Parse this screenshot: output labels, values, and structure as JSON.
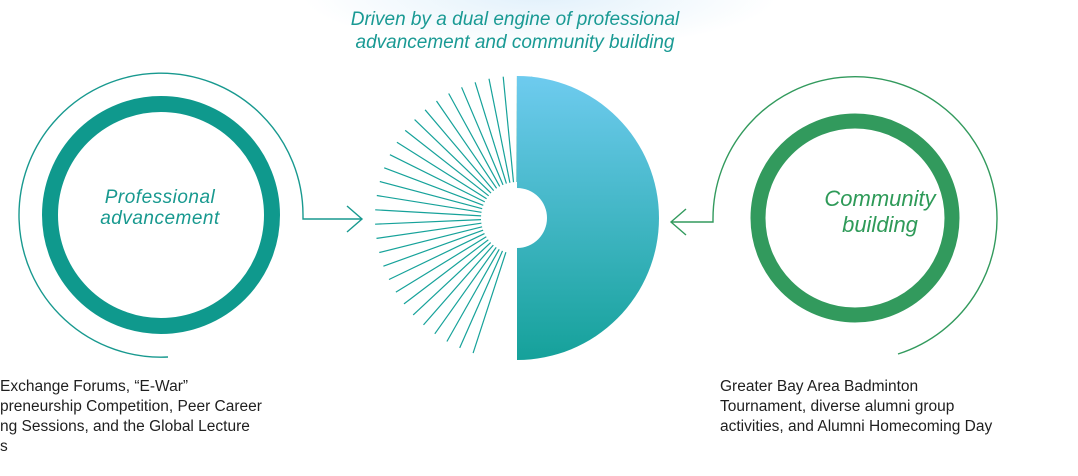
{
  "title": {
    "line1": "Driven by a dual engine of professional",
    "line2": "advancement and community building"
  },
  "left_engine": {
    "label_line1": "Professional",
    "label_line2": "advancement",
    "description_lines": [
      "Exchange Forums, “E-War”",
      "preneurship Competition, Peer Career",
      "ng Sessions, and the Global Lecture",
      "s"
    ],
    "color": "#0f998d"
  },
  "right_engine": {
    "label_line1": "Community",
    "label_line2": "building",
    "description_lines": [
      "Greater Bay Area Badminton",
      "Tournament, diverse alumni group",
      "activities, and Alumni Homecoming Day"
    ],
    "color": "#329a5d"
  },
  "center_engine": {
    "gradient_top": "#6ecbef",
    "gradient_bottom": "#15a19a",
    "line_color": "#16a29a"
  }
}
